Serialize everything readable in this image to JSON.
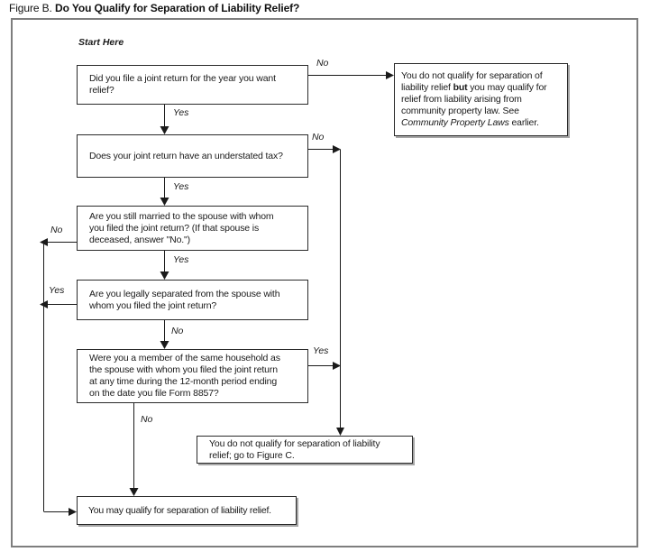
{
  "figure": {
    "title_prefix": "Figure B. ",
    "title_main": "Do You Qualify for Separation of Liability Relief?",
    "start_here": "Start Here"
  },
  "questions": [
    {
      "text": "Did you file a joint return for the year you want\nrelief?"
    },
    {
      "text": "Does your joint return have an understated tax?"
    },
    {
      "text": "Are you still married to the spouse with whom\nyou filed the joint return? (If that spouse is\ndeceased, answer \"No.\")"
    },
    {
      "text": "Are you legally separated from the spouse with\nwhom you filed the joint return?"
    },
    {
      "text": "Were you a member of the same household as\nthe spouse with whom you filed the joint return\nat any time during the 12-month period ending\non the date you file Form 8857?"
    }
  ],
  "branch_labels": {
    "q1_yes": "Yes",
    "q1_no": "No",
    "q2_yes": "Yes",
    "q2_no": "No",
    "q3_yes": "Yes",
    "q3_no": "No",
    "q4_yes": "Yes",
    "q4_no": "No",
    "q5_yes": "Yes",
    "q5_no": "No"
  },
  "outcomes": {
    "no_joint_return": {
      "part1": "You do not qualify for separation of\nliability relief ",
      "bold": "but",
      "part2": " you may qualify for\nrelief from liability arising from\ncommunity property law. See\n",
      "italic": "Community Property Laws",
      "part3": " earlier."
    },
    "not_qualified": "You do not qualify for separation of liability\nrelief; go to Figure C.",
    "may_qualify": "You may qualify for separation of liability relief."
  },
  "colors": {
    "ink": "#1a1a1a",
    "box_border": "#2a2a2a",
    "outer_border": "#7e7e7e",
    "shadow": "#a6a6a6",
    "background": "#ffffff"
  }
}
